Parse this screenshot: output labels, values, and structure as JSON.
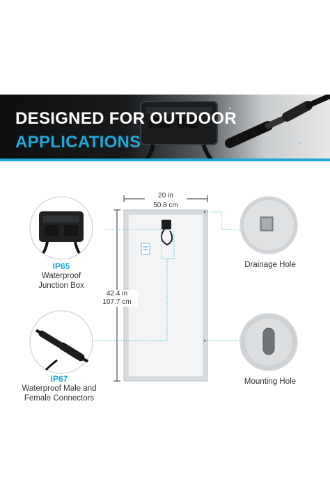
{
  "banner": {
    "title_line1": "DESIGNED FOR OUTDOOR",
    "title_line2": "APPLICATIONS"
  },
  "dimensions": {
    "width_in": "20 in",
    "width_cm": "50.8 cm",
    "height_in": "42.4 in",
    "height_cm": "107.7 cm"
  },
  "features": {
    "junction_box": {
      "rating": "IP65",
      "line1": "Waterproof",
      "line2": "Junction Box"
    },
    "connectors": {
      "rating": "IP67",
      "line1": "Waterproof Male and",
      "line2": "Female Connectors"
    },
    "drainage_hole": {
      "label": "Drainage Hole"
    },
    "mounting_hole": {
      "label": "Mounting Hole"
    }
  },
  "colors": {
    "accent": "#1ea8d8",
    "banner_dark": "#0e0f10",
    "panel_frame": "#d9dcdf"
  }
}
